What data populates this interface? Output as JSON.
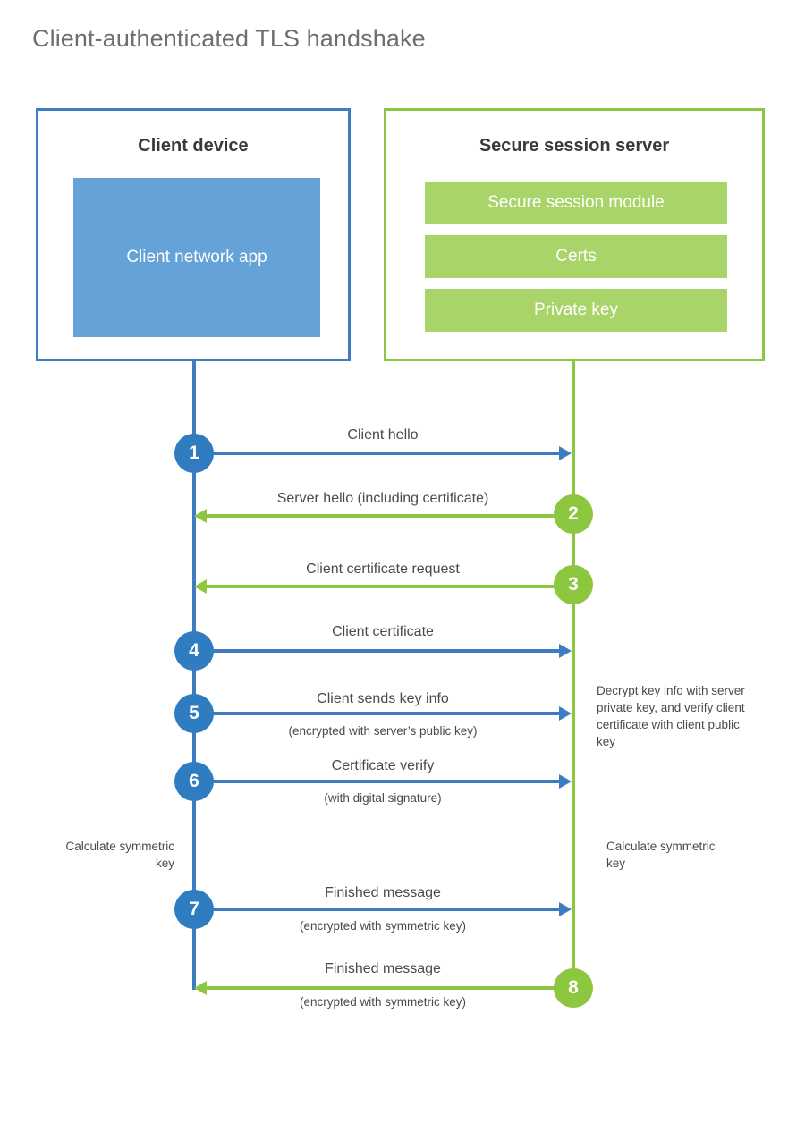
{
  "title": "Client-authenticated TLS handshake",
  "parties": {
    "client": {
      "title": "Client device",
      "app_label": "Client network app",
      "accent": "#3d7cc0",
      "fill": "#64a2d8"
    },
    "server": {
      "title": "Secure session server",
      "accent": "#8dc63f",
      "fill": "#a8d46a",
      "items": [
        {
          "label": "Secure session module"
        },
        {
          "label": "Certs"
        },
        {
          "label": "Private key"
        }
      ]
    }
  },
  "steps": [
    {
      "number": "1",
      "label": "Client hello",
      "sub": "",
      "direction": "client-to-server",
      "color": "#2f7cc0"
    },
    {
      "number": "2",
      "label": "Server hello (including certificate)",
      "sub": "",
      "direction": "server-to-client",
      "color": "#8dc63f"
    },
    {
      "number": "3",
      "label": "Client certificate request",
      "sub": "",
      "direction": "server-to-client",
      "color": "#8dc63f"
    },
    {
      "number": "4",
      "label": "Client certificate",
      "sub": "",
      "direction": "client-to-server",
      "color": "#2f7cc0"
    },
    {
      "number": "5",
      "label": "Client sends key info",
      "sub": "(encrypted with server’s public key)",
      "direction": "client-to-server",
      "color": "#2f7cc0"
    },
    {
      "number": "6",
      "label": "Certificate verify",
      "sub": "(with digital signature)",
      "direction": "client-to-server",
      "color": "#2f7cc0"
    },
    {
      "number": "7",
      "label": "Finished message",
      "sub": "(encrypted with symmetric key)",
      "direction": "client-to-server",
      "color": "#2f7cc0"
    },
    {
      "number": "8",
      "label": "Finished message",
      "sub": "(encrypted with symmetric key)",
      "direction": "server-to-client",
      "color": "#8dc63f"
    }
  ],
  "notes": {
    "server_decrypt": "Decrypt key info with server private key, and verify client certificate with client public key",
    "client_calc": "Calculate symmetric key",
    "server_calc": "Calculate symmetric key"
  }
}
